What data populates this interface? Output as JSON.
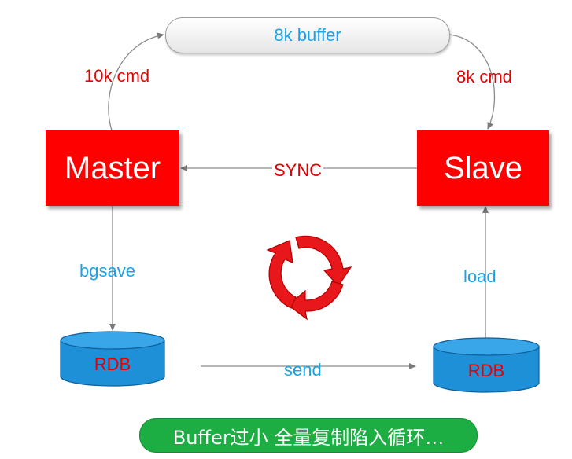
{
  "nodes": {
    "master": "Master",
    "slave": "Slave"
  },
  "buffer": "8k buffer",
  "edges": {
    "master_to_buffer": "10k cmd",
    "buffer_to_slave": "8k cmd",
    "sync": "SYNC",
    "bgsave": "bgsave",
    "load": "load",
    "send": "send"
  },
  "databases": {
    "left": "RDB",
    "right": "RDB"
  },
  "footer": "Buffer过小 全量复制陷入循环…",
  "colors": {
    "node": "#ff0000",
    "edge_red_text": "#e60000",
    "edge_blue_text": "#1aa3e8",
    "database": "#1e90d8",
    "footer": "#1dae43",
    "cycle_icon": "#e8171c"
  },
  "icons": {
    "cycle": "cycle-arrows-icon"
  }
}
